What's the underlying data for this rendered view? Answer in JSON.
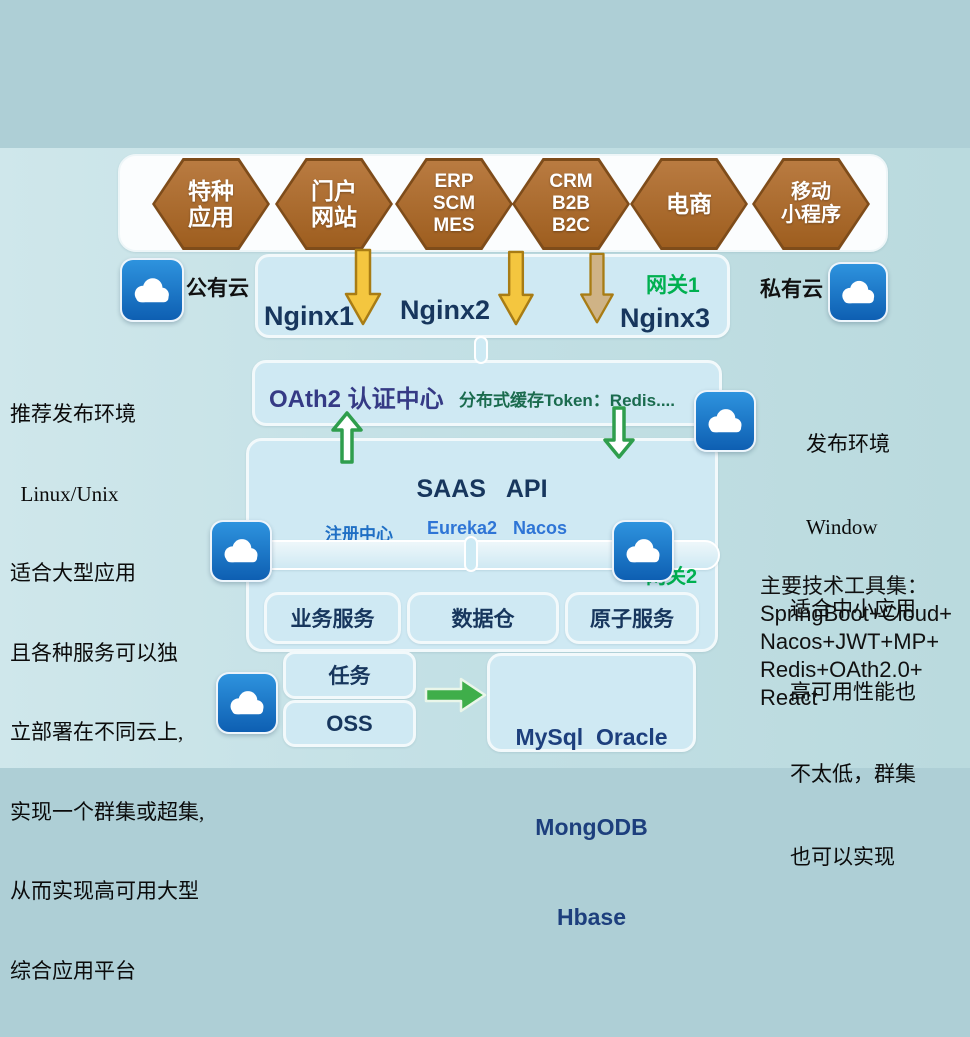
{
  "colors": {
    "bg": "#aecfd6",
    "band_l": "#cfe7eb",
    "band_r": "#badade",
    "hex_fill_top": "#b97b41",
    "hex_fill_bottom": "#9e5e1f",
    "hex_edge": "#7e4c1a",
    "box_fill": "#cfe9f3",
    "box_border": "#f2f9fb",
    "navy": "#17365d",
    "green": "#00b050",
    "blue": "#2e75d6",
    "blue_deep": "#1f6fc4",
    "indigo": "#353a85",
    "teal_green": "#1a6b4e",
    "gold": "#f4c63f",
    "gold_edge": "#a87c14",
    "gold_muted": "#cfb386",
    "arrow_green_fill": "#3fae4a",
    "arrow_green_edge": "#2f9e4d",
    "db_blue": "#1d3f7d"
  },
  "hexagons": [
    {
      "lines": [
        "特种",
        "应用"
      ]
    },
    {
      "lines": [
        "门户",
        "网站"
      ]
    },
    {
      "lines": [
        "ERP",
        "SCM",
        "MES"
      ]
    },
    {
      "lines": [
        "CRM",
        "B2B",
        "B2C"
      ]
    },
    {
      "lines": [
        "电商"
      ]
    },
    {
      "lines": [
        "移动",
        "小程序"
      ]
    }
  ],
  "gateway_row": {
    "public_cloud": "公有云",
    "private_cloud": "私有云",
    "gateway1": "网关1",
    "nginx1": "Nginx1",
    "nginx2": "Nginx2",
    "nginx3": "Nginx3"
  },
  "auth_row": {
    "oauth_center": "OAth2 认证中心",
    "cache": "分布式缓存Token：Redis...."
  },
  "saas": {
    "title": "SAAS   API",
    "registry_label": "注册中心",
    "eureka": "Eureka2",
    "nacos": "Nacos",
    "gateway2": "网关2"
  },
  "services": {
    "business": "业务服务",
    "warehouse": "数据仓",
    "atomic": "原子服务",
    "task": "任务",
    "oss": "OSS",
    "db_lines": [
      "MySql  Oracle",
      "MongODB",
      "Hbase"
    ]
  },
  "left_note": [
    "推荐发布环境",
    "  Linux/Unix",
    "适合大型应用",
    "且各种服务可以独",
    "立部署在不同云上,",
    "实现一个群集或超集,",
    "从而实现高可用大型",
    "综合应用平台"
  ],
  "right_note": [
    "发布环境",
    "Window",
    "适合中小应用",
    "高可用性能也",
    "不太低，群集",
    "也可以实现"
  ],
  "tech_note": {
    "title": "主要技术工具集：",
    "lines": [
      "SpringBoot+Cloud+",
      "Nacos+JWT+MP+",
      "Redis+OAth2.0+",
      "React"
    ]
  }
}
